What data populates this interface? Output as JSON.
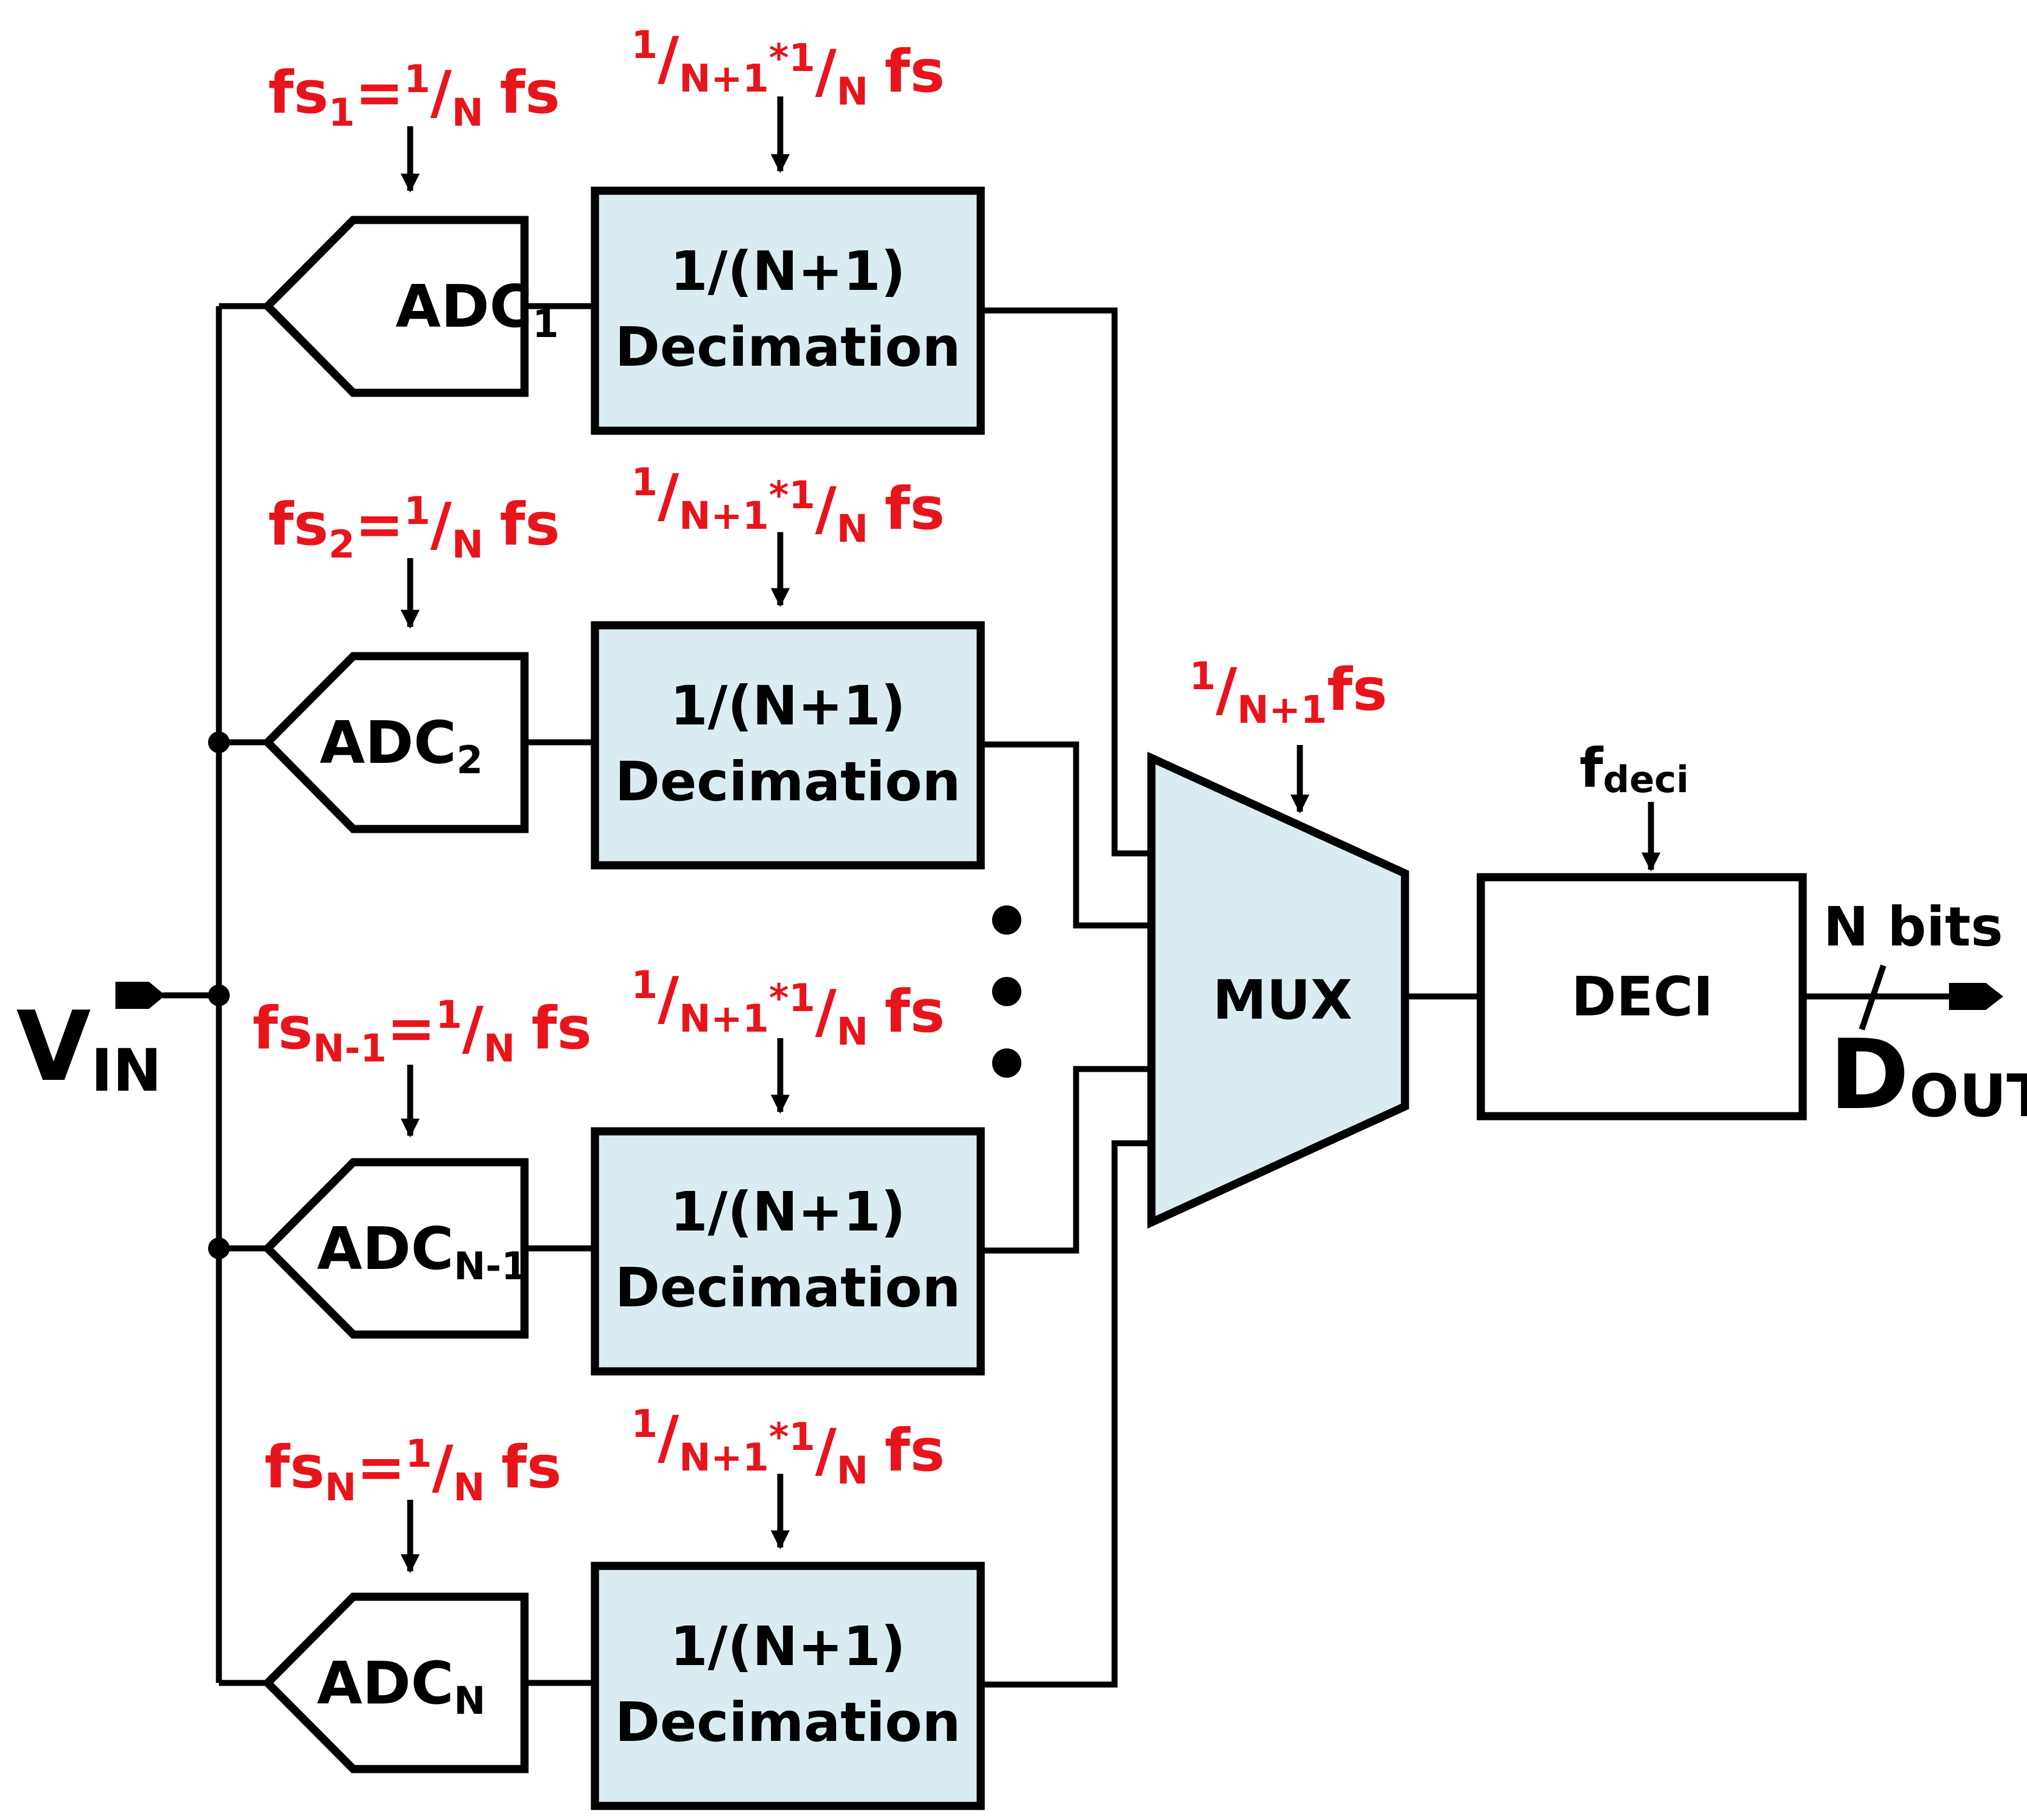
{
  "colors": {
    "clock_label": "#e8141c",
    "block_fill": "#daecf2",
    "adc_fill": "#ffffff",
    "line": "#000000"
  },
  "input": {
    "main": "V",
    "sub": "IN"
  },
  "output": {
    "main": "D",
    "sub": "OUT"
  },
  "bus_label": "N bits",
  "adcs": [
    {
      "base": "ADC",
      "sub": "1"
    },
    {
      "base": "ADC",
      "sub": "2"
    },
    {
      "base": "ADC",
      "sub": "N-1"
    },
    {
      "base": "ADC",
      "sub": "N"
    }
  ],
  "adc_clocks": [
    {
      "lhs": "fs",
      "sub": "1",
      "eq": "=",
      "num": "1",
      "slash": "/",
      "den": "N",
      "unit": "fs"
    },
    {
      "lhs": "fs",
      "sub": "2",
      "eq": "=",
      "num": "1",
      "slash": "/",
      "den": "N",
      "unit": "fs"
    },
    {
      "lhs": "fs",
      "sub": "N-1",
      "eq": "=",
      "num": "1",
      "slash": "/",
      "den": "N",
      "unit": "fs"
    },
    {
      "lhs": "fs",
      "sub": "N",
      "eq": "=",
      "num": "1",
      "slash": "/",
      "den": "N",
      "unit": "fs"
    }
  ],
  "decimation": {
    "line1": "1/(N+1)",
    "line2": "Decimation"
  },
  "decimation_clock": {
    "num1": "1",
    "slash1": "/",
    "den1": "N+1",
    "op": "*",
    "num2": "1",
    "slash2": "/",
    "den2": "N",
    "unit": "fs"
  },
  "mux": {
    "label": "MUX",
    "clock": {
      "num": "1",
      "slash": "/",
      "den": "N+1",
      "unit": "fs"
    }
  },
  "deci": {
    "label": "DECI",
    "clock": {
      "main": "f",
      "sub": "deci"
    }
  },
  "icons": [
    "input-port-icon",
    "output-port-icon",
    "junction-dot-icon",
    "clock-arrow-icon",
    "ellipsis-dots-icon",
    "bus-slash-icon"
  ]
}
